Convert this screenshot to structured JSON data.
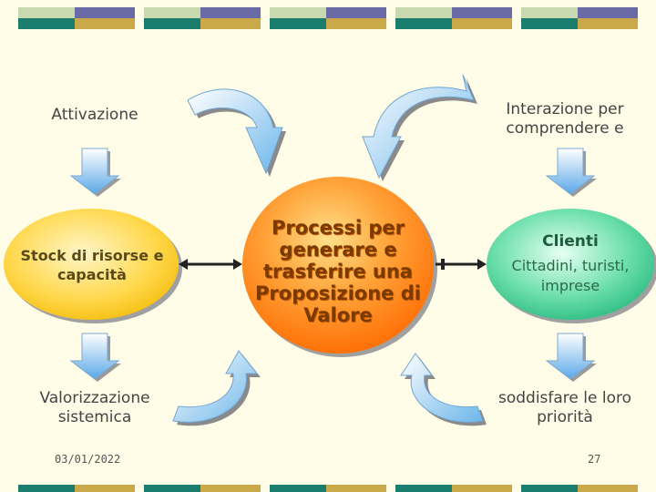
{
  "colors": {
    "background": "#fffde7",
    "stripe_light": "#c8d9b0",
    "stripe_navy": "#6a6aa6",
    "stripe_teal": "#1a7d6e",
    "stripe_gold": "#c9a94a",
    "arrow_blue": "#7fb8e6",
    "center_oval": "#ff8a1e",
    "left_oval": "#ffd54a",
    "right_oval": "#4fd39b"
  },
  "labels": {
    "attivazione": "Attivazione",
    "interazione": "Interazione per comprendere e",
    "valorizzazione": "Valorizzazione sistemica",
    "soddisfare": "soddisfare le loro priorità"
  },
  "ovals": {
    "left": "Stock di risorse e capacità",
    "center": "Processi per generare e trasferire una Proposizione di Valore",
    "right_title": "Clienti",
    "right_body": "Cittadini, turisti, imprese"
  },
  "footer": {
    "date": "03/01/2022",
    "page": "27"
  }
}
